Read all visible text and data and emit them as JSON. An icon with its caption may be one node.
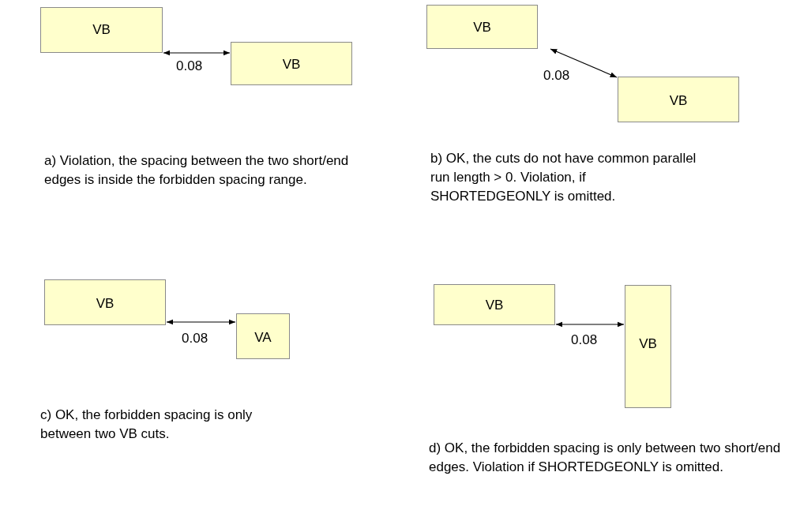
{
  "diagram": {
    "nodes": [
      {
        "text": [
          "VB"
        ]
      },
      {
        "text": [
          "VB"
        ]
      },
      {
        "text": [
          "VB"
        ]
      },
      {
        "text": [
          "VB"
        ]
      },
      {
        "text": [
          "VB"
        ]
      },
      {
        "text": [
          "VA"
        ]
      },
      {
        "text": [
          "VB"
        ]
      },
      {
        "text": [
          "VB"
        ]
      }
    ],
    "edges": [
      {
        "from": 0,
        "to": 1,
        "arrow": "both",
        "label": "0.08"
      },
      {
        "from": 2,
        "to": 3,
        "arrow": "both",
        "label": "0.08"
      },
      {
        "from": 4,
        "to": 5,
        "arrow": "both",
        "label": "0.08"
      },
      {
        "from": 6,
        "to": 7,
        "arrow": "both",
        "label": "0.08"
      }
    ],
    "labels": [
      "a) Violation, the spacing between the two short/end edges is inside the forbidden spacing range.",
      "b) OK, the cuts do not have common parallel run length > 0. Violation, if SHORTEDGEONLY is omitted.",
      "c) OK, the forbidden spacing is only between two VB cuts.",
      "d) OK, the forbidden spacing is only between two short/end edges. Violation if SHORTEDGEONLY is omitted."
    ]
  }
}
